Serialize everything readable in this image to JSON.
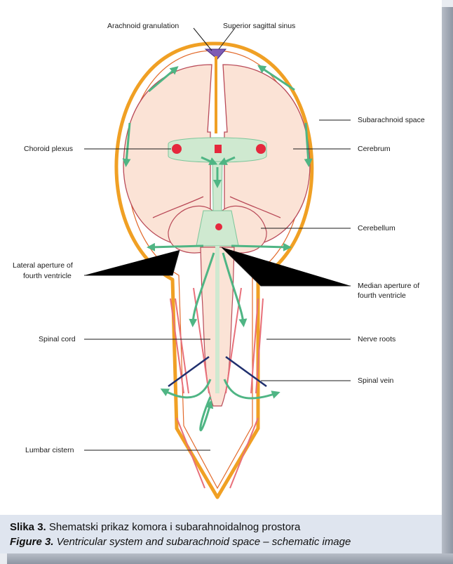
{
  "labels": {
    "arachnoid_granulation": "Arachnoid granulation",
    "superior_sagittal_sinus": "Superior sagittal sinus",
    "subarachnoid_space": "Subarachnoid space",
    "choroid_plexus": "Choroid plexus",
    "cerebrum": "Cerebrum",
    "cerebellum": "Cerebellum",
    "lateral_aperture_1": "Lateral aperture of",
    "lateral_aperture_2": "fourth ventricle",
    "median_aperture_1": "Median aperture of",
    "median_aperture_2": "fourth ventricle",
    "spinal_cord": "Spinal cord",
    "nerve_roots": "Nerve roots",
    "spinal_vein": "Spinal vein",
    "lumbar_cistern": "Lumbar cistern"
  },
  "caption": {
    "line1_label": "Slika 3.",
    "line1_text": " Shematski prikaz komora i subarahnoidalnog prostora",
    "line2_label": "Figure 3.",
    "line2_text": " Ventricular system and subarachnoid space – schematic image"
  },
  "colors": {
    "dura": "#f0a024",
    "brain": "#fbe3d6",
    "brain_outline": "#b94a58",
    "csf": "#cfe9d0",
    "csf_arrow": "#4fb584",
    "choroid": "#e5283d",
    "sinus": "#7e5cb4",
    "vein": "#1f2f6e",
    "nerve": "#e8707a"
  }
}
